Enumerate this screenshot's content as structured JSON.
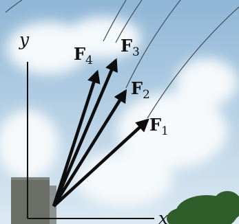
{
  "figure": {
    "axes": {
      "x_label": "x",
      "y_label": "y"
    },
    "vectors": [
      {
        "symbol": "F",
        "subscript": "1"
      },
      {
        "symbol": "F",
        "subscript": "2"
      },
      {
        "symbol": "F",
        "subscript": "3"
      },
      {
        "symbol": "F",
        "subscript": "4"
      }
    ]
  },
  "colors": {
    "sky_top": "#8fb6d6",
    "sky_bottom": "#dbe9f2",
    "cloud": "#f6f9fb",
    "pole": "#6b6e66",
    "tree": "#2f5e2a",
    "wire": "#4a5560",
    "arrow": "#0d0d0d",
    "axis": "#111111"
  }
}
